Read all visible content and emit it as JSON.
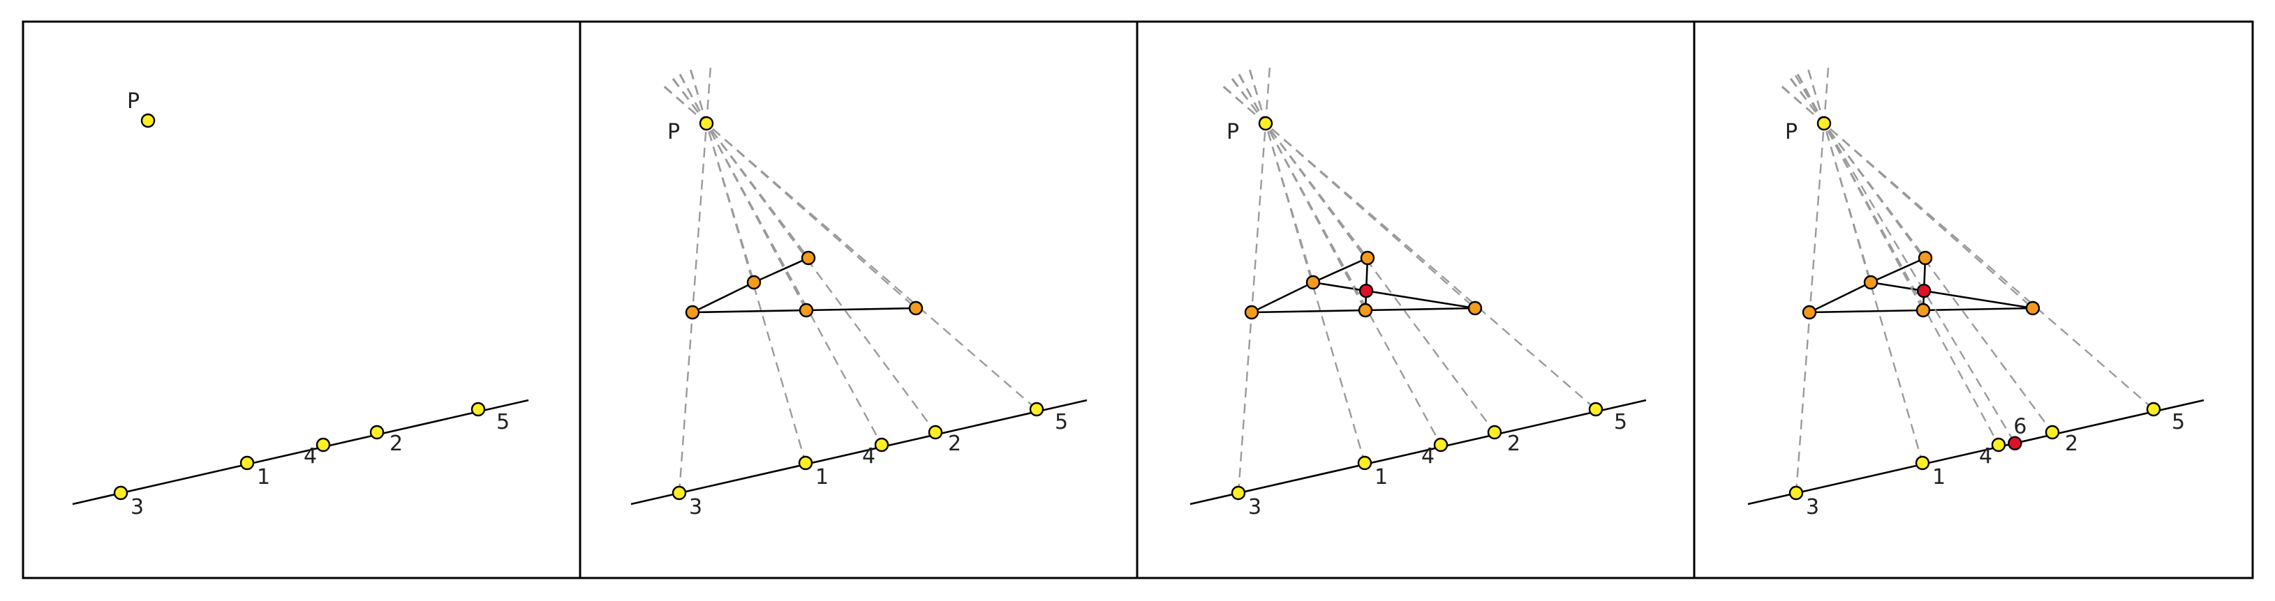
{
  "colors": {
    "yellow_point": "#ffee22",
    "orange_point": "#f39b1c",
    "red_point": "#e0102a",
    "ray": "#9a9a9a",
    "line": "#000000"
  },
  "panels": [
    {
      "point_labels": {
        "P": "P",
        "n1": "1",
        "n2": "2",
        "n3": "3",
        "n4": "4",
        "n5": "5"
      }
    },
    {
      "point_labels": {
        "P": "P",
        "n1": "1",
        "n2": "2",
        "n3": "3",
        "n4": "4",
        "n5": "5"
      }
    },
    {
      "point_labels": {
        "P": "P",
        "n1": "1",
        "n2": "2",
        "n3": "3",
        "n4": "4",
        "n5": "5"
      }
    },
    {
      "point_labels": {
        "P": "P",
        "n1": "1",
        "n2": "2",
        "n3": "3",
        "n4": "4",
        "n5": "5",
        "n6": "6"
      }
    }
  ]
}
